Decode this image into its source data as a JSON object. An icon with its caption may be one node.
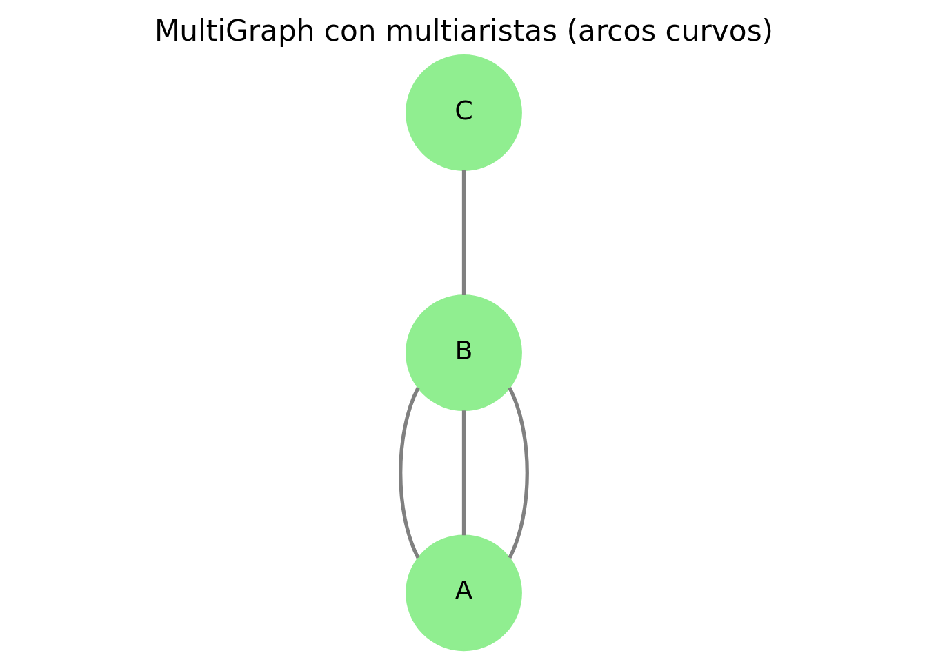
{
  "diagram": {
    "title": "MultiGraph con multiaristas (arcos curvos)",
    "nodes": [
      {
        "text": [
          "C"
        ]
      },
      {
        "text": [
          "B"
        ]
      },
      {
        "text": [
          "A"
        ]
      }
    ],
    "edges": [
      {
        "from": 0,
        "to": 1,
        "arrow": "none"
      },
      {
        "from": 1,
        "to": 2,
        "arrow": "none"
      },
      {
        "from": 1,
        "to": 2,
        "arrow": "none"
      },
      {
        "from": 1,
        "to": 2,
        "arrow": "none"
      }
    ]
  }
}
